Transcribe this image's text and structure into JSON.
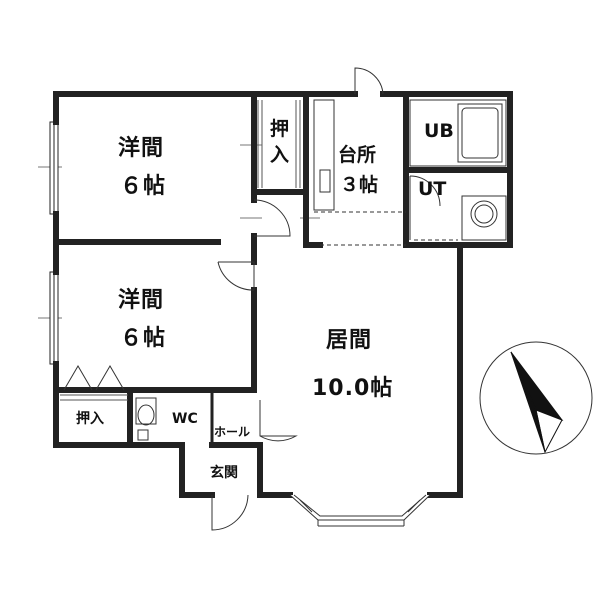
{
  "rooms": {
    "bedroom1": {
      "name": "洋間",
      "size": "６帖"
    },
    "bedroom2": {
      "name": "洋間",
      "size": "６帖"
    },
    "living": {
      "name": "居間",
      "size": "10.0帖"
    },
    "kitchen": {
      "name": "台所",
      "size": "３帖"
    },
    "closet1": {
      "line1": "押",
      "line2": "入"
    },
    "closet2": {
      "name": "押入"
    },
    "bath": {
      "name": "UB"
    },
    "utility": {
      "name": "UT"
    },
    "toilet": {
      "name": "WC"
    },
    "hall": {
      "name": "ホール"
    },
    "entrance": {
      "name": "玄関"
    }
  }
}
